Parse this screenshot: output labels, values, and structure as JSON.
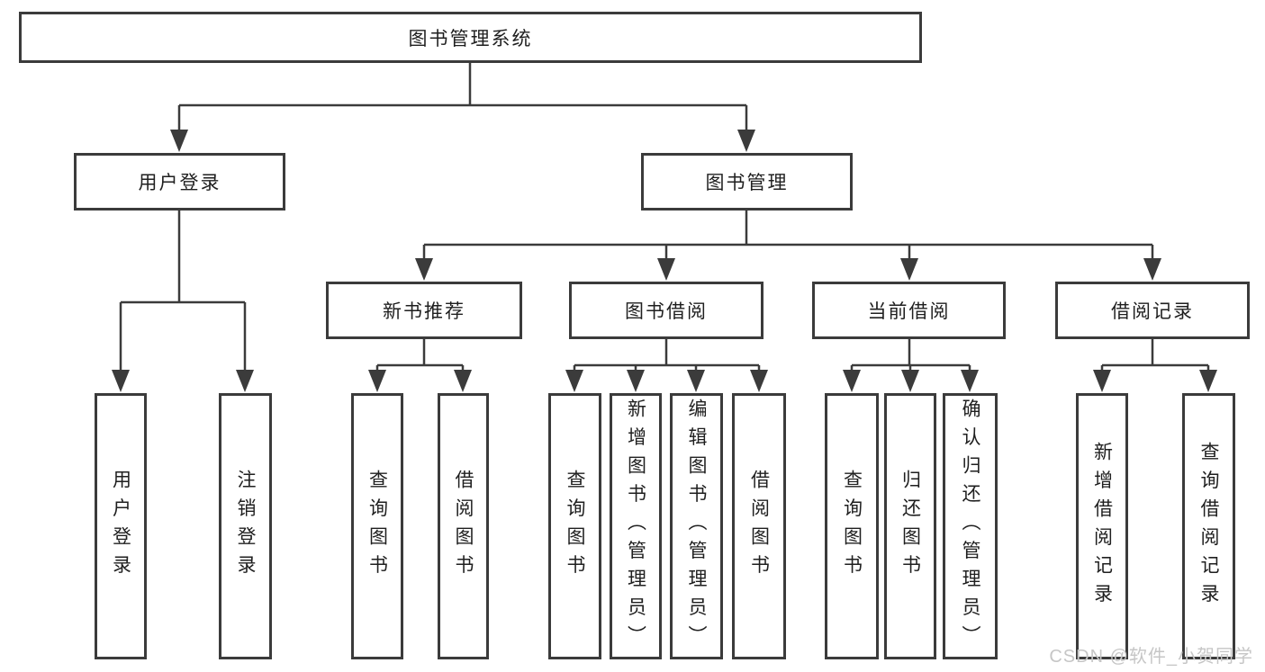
{
  "tree": {
    "label": "图书管理系统",
    "children": [
      {
        "label": "用户登录",
        "children": [
          {
            "label": "用户登录"
          },
          {
            "label": "注销登录"
          }
        ]
      },
      {
        "label": "图书管理",
        "children": [
          {
            "label": "新书推荐",
            "children": [
              {
                "label": "查询图书"
              },
              {
                "label": "借阅图书"
              }
            ]
          },
          {
            "label": "图书借阅",
            "children": [
              {
                "label": "查询图书"
              },
              {
                "label": "新增图书（管理员）"
              },
              {
                "label": "编辑图书（管理员）"
              },
              {
                "label": "借阅图书"
              }
            ]
          },
          {
            "label": "当前借阅",
            "children": [
              {
                "label": "查询图书"
              },
              {
                "label": "归还图书"
              },
              {
                "label": "确认归还（管理员）"
              }
            ]
          },
          {
            "label": "借阅记录",
            "children": [
              {
                "label": "新增借阅记录"
              },
              {
                "label": "查询借阅记录"
              }
            ]
          }
        ]
      }
    ]
  },
  "watermark": {
    "text": "CSDN @软件_小贺同学"
  },
  "colors": {
    "line": "#3b3b3b",
    "text": "#1f1f1f",
    "watermark": "#c6c6c6"
  }
}
